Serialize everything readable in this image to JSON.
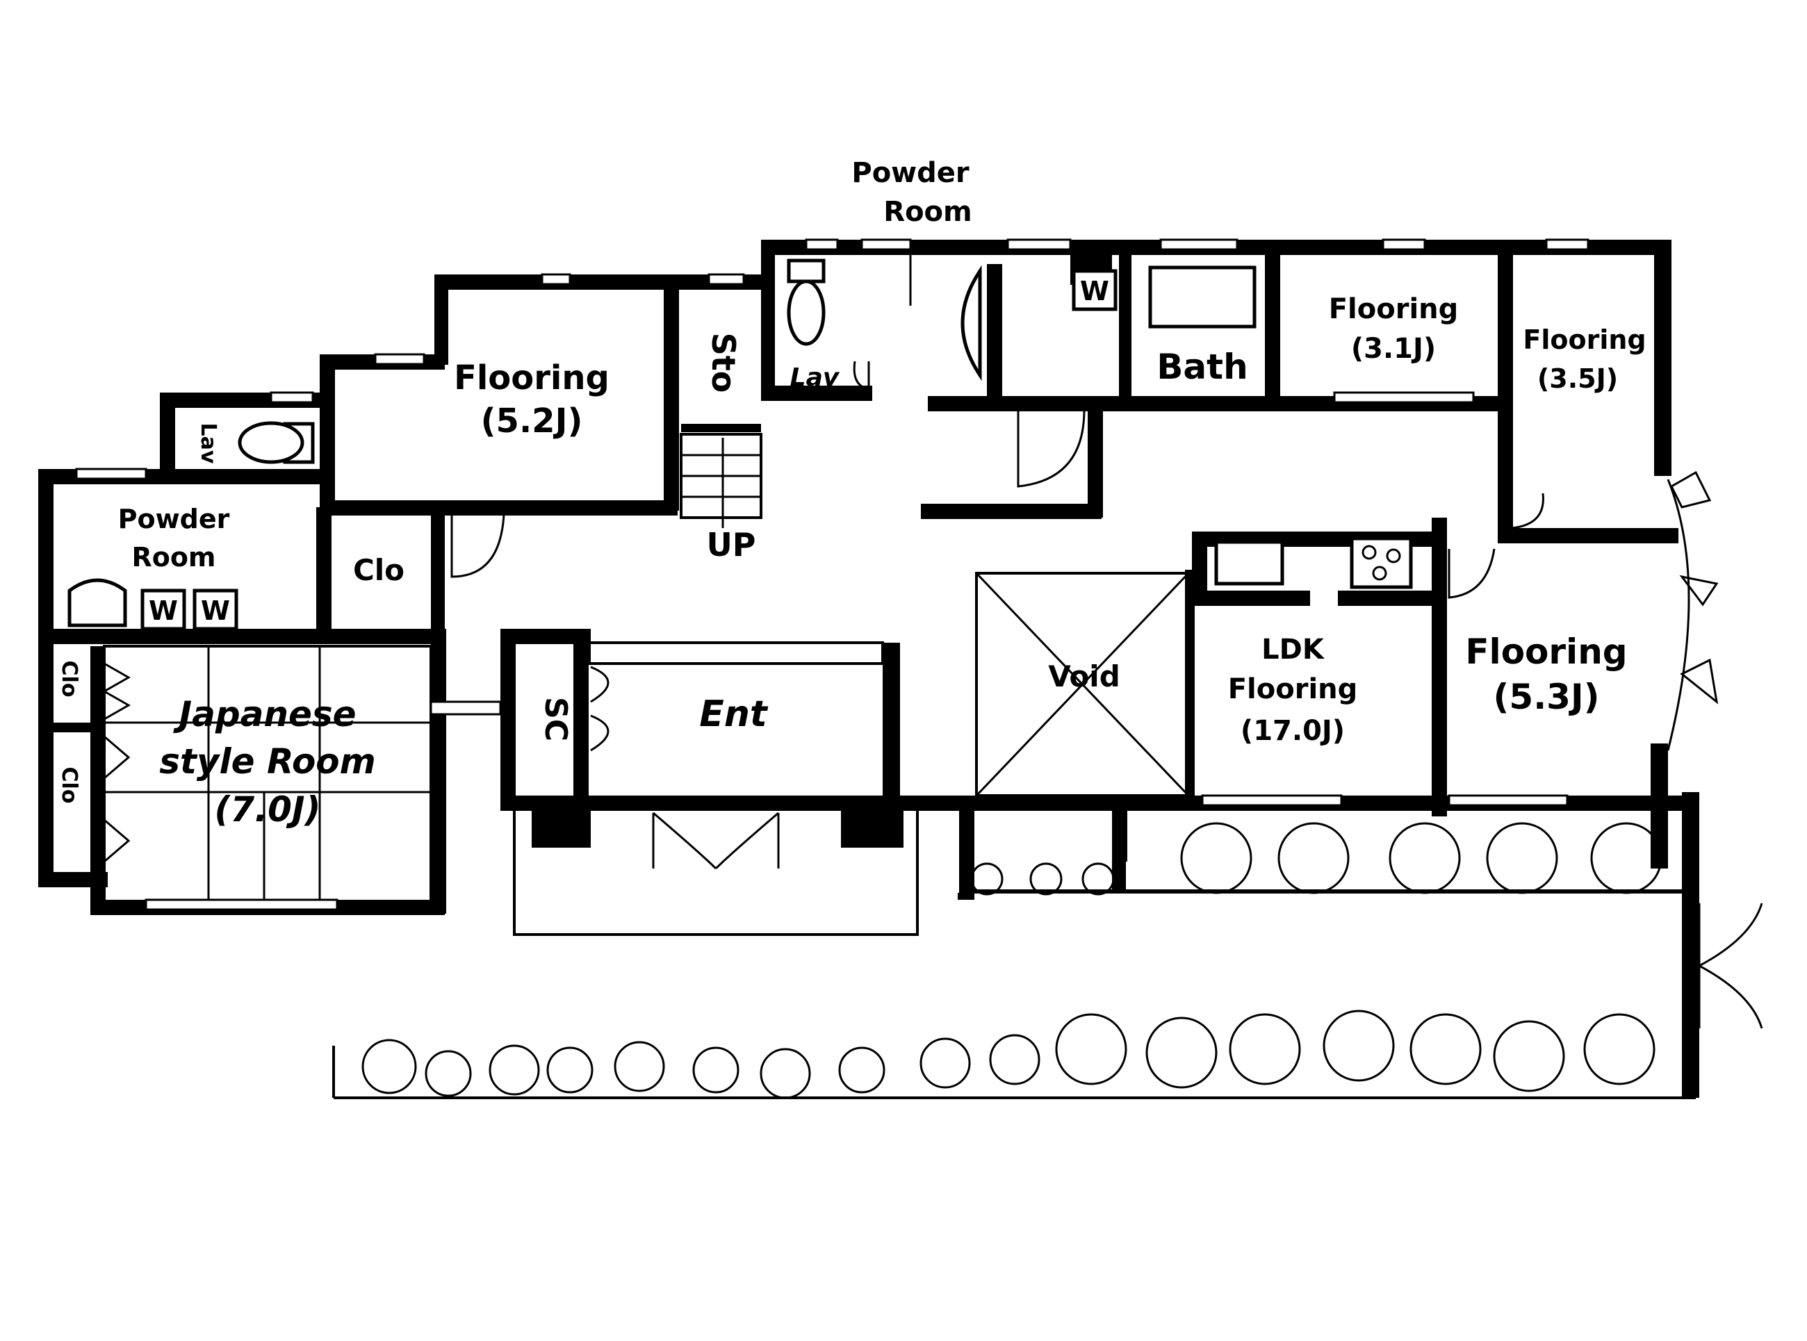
{
  "rooms": {
    "powder_room_top": {
      "line1": "Powder",
      "line2": "Room"
    },
    "flooring_52": {
      "line1": "Flooring",
      "line2": "(5.2J)"
    },
    "sto": "Sto",
    "lav_top": "Lav",
    "lav_left": "Lav",
    "w_top": "W",
    "bath": "Bath",
    "flooring_31": {
      "line1": "Flooring",
      "line2": "(3.1J)"
    },
    "flooring_35": {
      "line1": "Flooring",
      "line2": "(3.5J)"
    },
    "powder_room_left": {
      "line1": "Powder",
      "line2": "Room"
    },
    "w_left_1": "W",
    "w_left_2": "W",
    "clo_main": "Clo",
    "up": "UP",
    "clo_side_1": "Clo",
    "clo_side_2": "Clo",
    "japanese": {
      "line1": "Japanese",
      "line2": "style Room",
      "line3": "(7.0J)"
    },
    "sc": "SC",
    "ent": "Ent",
    "void": "Void",
    "ldk": {
      "line1": "LDK",
      "line2": "Flooring",
      "line3": "(17.0J)"
    },
    "flooring_53": {
      "line1": "Flooring",
      "line2": "(5.3J)"
    }
  }
}
